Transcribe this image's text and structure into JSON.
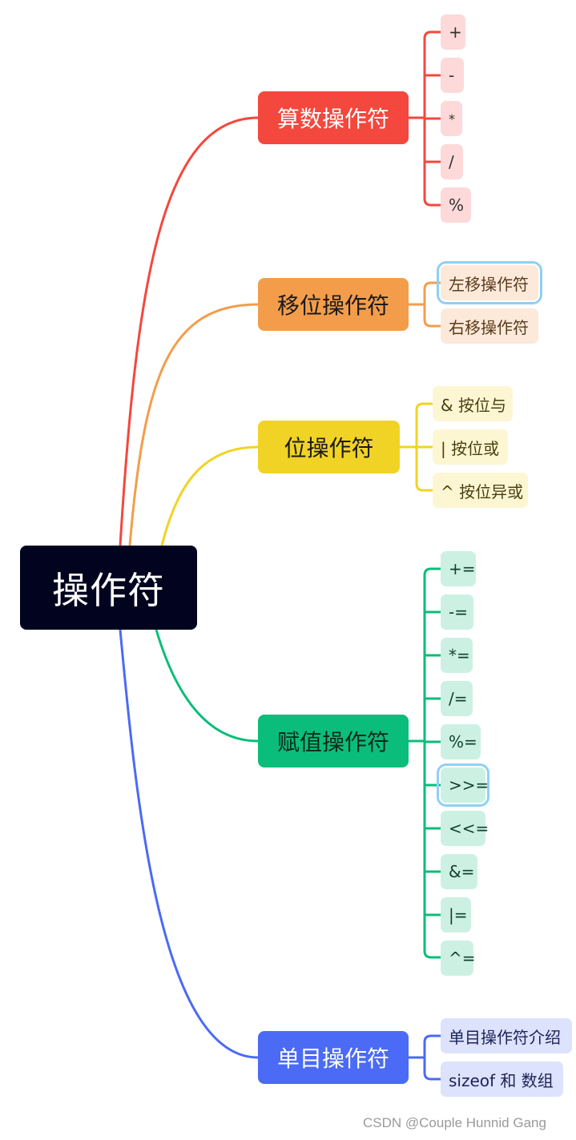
{
  "root": {
    "label": "操作符"
  },
  "branches": [
    {
      "label": "算数操作符",
      "color": "#f4473d",
      "leaf_bg": "#fdd9d9",
      "leaf_text": "#333333",
      "leaves": [
        "+",
        "-",
        "*",
        "/",
        "%"
      ]
    },
    {
      "label": "移位操作符",
      "color": "#f39d4b",
      "leaf_bg": "#fde9da",
      "leaf_text": "#5a3a1a",
      "leaves": [
        "左移操作符",
        "右移操作符"
      ]
    },
    {
      "label": "位操作符",
      "color": "#f1d325",
      "leaf_bg": "#fdf6d3",
      "leaf_text": "#4a4010",
      "leaves": [
        "& 按位与",
        "| 按位或",
        "^ 按位异或"
      ]
    },
    {
      "label": "赋值操作符",
      "color": "#0bbd7a",
      "leaf_bg": "#ccf1e3",
      "leaf_text": "#11402e",
      "leaves": [
        "+=",
        "-=",
        "*=",
        "/=",
        "%=",
        ">>=",
        "<<=",
        "&=",
        "|=",
        "^="
      ]
    },
    {
      "label": "单目操作符",
      "color": "#4b6af5",
      "leaf_bg": "#dde2fd",
      "leaf_text": "#1a2358",
      "leaves": [
        "单目操作符介绍",
        "sizeof 和 数组"
      ]
    }
  ],
  "watermark": "CSDN @Couple Hunnid Gang"
}
